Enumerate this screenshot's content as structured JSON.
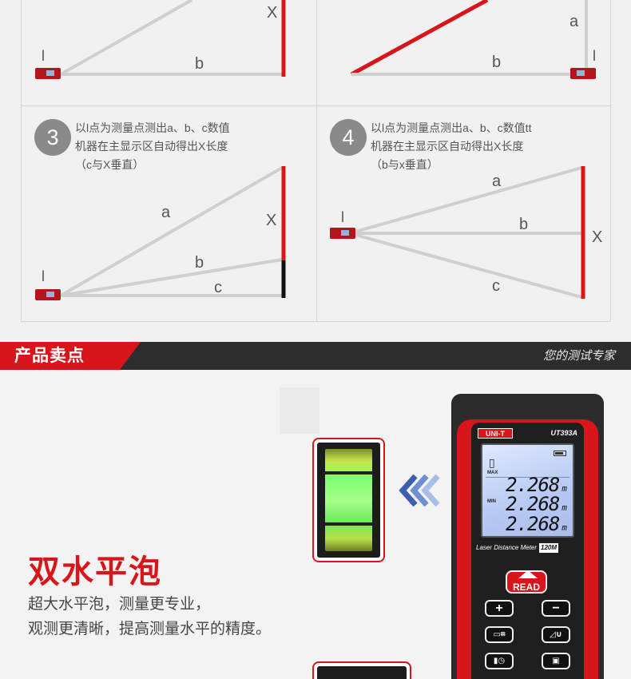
{
  "diagram_top_left": {
    "labels": [
      "X",
      "l",
      "b"
    ]
  },
  "diagram_top_right": {
    "labels": [
      "a",
      "b",
      "l"
    ]
  },
  "step3": {
    "number": "3",
    "line1": "以l点为测量点测出a、b、c数值",
    "line2": "机器在主显示区自动得出X长度",
    "line3": "（c与X垂直）",
    "labels": [
      "l",
      "a",
      "X",
      "b",
      "c"
    ]
  },
  "step4": {
    "number": "4",
    "line1": "以l点为测量点测出a、b、c数值tt",
    "line2": "机器在主显示区自动得出X长度",
    "line3": "（b与x垂直）",
    "labels": [
      "l",
      "a",
      "b",
      "X",
      "c"
    ]
  },
  "header": {
    "title": "产品卖点",
    "slogan": "您的测试专家"
  },
  "feature": {
    "title": "双水平泡",
    "line1": "超大水平泡，测量更专业，",
    "line2": "观测更清晰，提高测量水平的精度。"
  },
  "device": {
    "brand": "UNI-T",
    "model": "UT393A",
    "lcd_max": "MAX",
    "lcd_min": "MIN",
    "reading1": "2.268",
    "reading2": "2.268",
    "reading3": "2.268",
    "unit": "m",
    "caption": "Laser Distance Meter",
    "range": "120M",
    "read_label": "READ",
    "key_plus": "+",
    "key_minus": "−"
  },
  "colors": {
    "accent": "#d9151c",
    "dark": "#2d2d2d",
    "line_gray": "#cfcfcf"
  }
}
